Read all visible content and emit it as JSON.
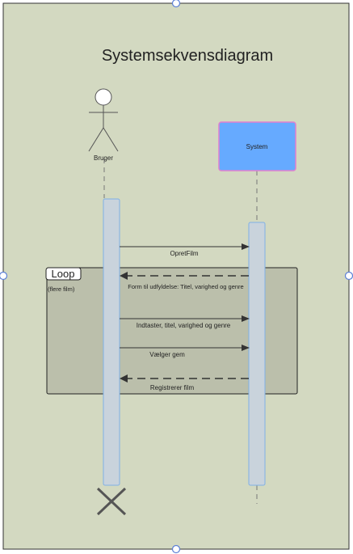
{
  "title": "Systemsekvensdiagram",
  "actor": {
    "label": "Bruger"
  },
  "system": {
    "label": "System"
  },
  "loop": {
    "label": "Loop",
    "guard": "(flere film)"
  },
  "messages": [
    {
      "label": "OpretFilm",
      "style": "solid"
    },
    {
      "label": "Form til udfyldelse: Titel, varighed og genre",
      "style": "dashed"
    },
    {
      "label": "Indtaster, titel, varighed og genre",
      "style": "solid"
    },
    {
      "label": "Vælger gem",
      "style": "solid"
    },
    {
      "label": "Registrerer film",
      "style": "dashed"
    }
  ],
  "colors": {
    "frame_fill": "#d3d9c1",
    "loop_fill": "#bbbfab",
    "activation_fill": "#c9d3dc",
    "activation_stroke": "#7fb0e6",
    "system_fill": "#66aaff",
    "system_stroke": "#e07fcf",
    "handle_stroke": "#5b7fd6"
  }
}
